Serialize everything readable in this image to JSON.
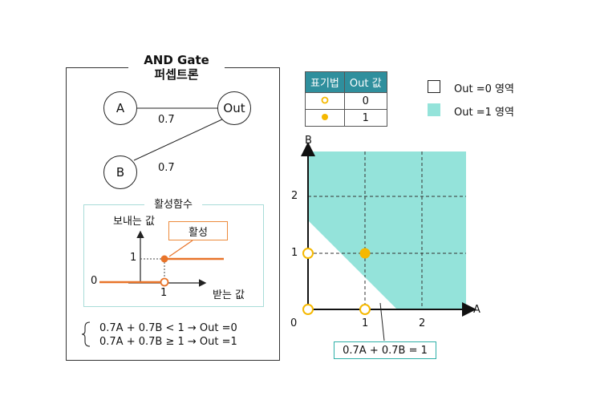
{
  "perceptron": {
    "title_line1": "AND Gate",
    "title_line2": "퍼셉트론",
    "node_a": "A",
    "node_b": "B",
    "node_out": "Out",
    "weight_a": "0.7",
    "weight_b": "0.7"
  },
  "activation": {
    "title": "활성함수",
    "y_label": "보내는 값",
    "x_label": "받는 값",
    "callout": "활성",
    "tick_y1": "1",
    "tick_y0": "0",
    "tick_x1": "1"
  },
  "rules": {
    "line1": "0.7A + 0.7B < 1  →  Out =0",
    "line2": "0.7A + 0.7B ≥ 1  →  Out =1"
  },
  "notation_table": {
    "headers": [
      "표기법",
      "Out 값"
    ],
    "rows": [
      {
        "symbol": "hollow-circle",
        "value": "0"
      },
      {
        "symbol": "filled-circle",
        "value": "1"
      }
    ]
  },
  "region_legend": {
    "out0": "Out =0 영역",
    "out1": "Out =1 영역"
  },
  "plot": {
    "x_axis_label": "A",
    "y_axis_label": "B",
    "x_ticks": [
      "1",
      "2"
    ],
    "y_ticks": [
      "1",
      "2"
    ],
    "origin_label": "0",
    "boundary_label": "0.7A + 0.7B = 1",
    "points": [
      {
        "A": 0,
        "B": 0,
        "out": 0
      },
      {
        "A": 1,
        "B": 0,
        "out": 0
      },
      {
        "A": 0,
        "B": 1,
        "out": 0
      },
      {
        "A": 1,
        "B": 1,
        "out": 1
      }
    ]
  },
  "colors": {
    "region_out1": "#94e3da",
    "point_filled": "#f5b800",
    "point_hollow_stroke": "#f5b800",
    "activation_line": "#e8742a",
    "table_header": "#2f8f9d"
  }
}
